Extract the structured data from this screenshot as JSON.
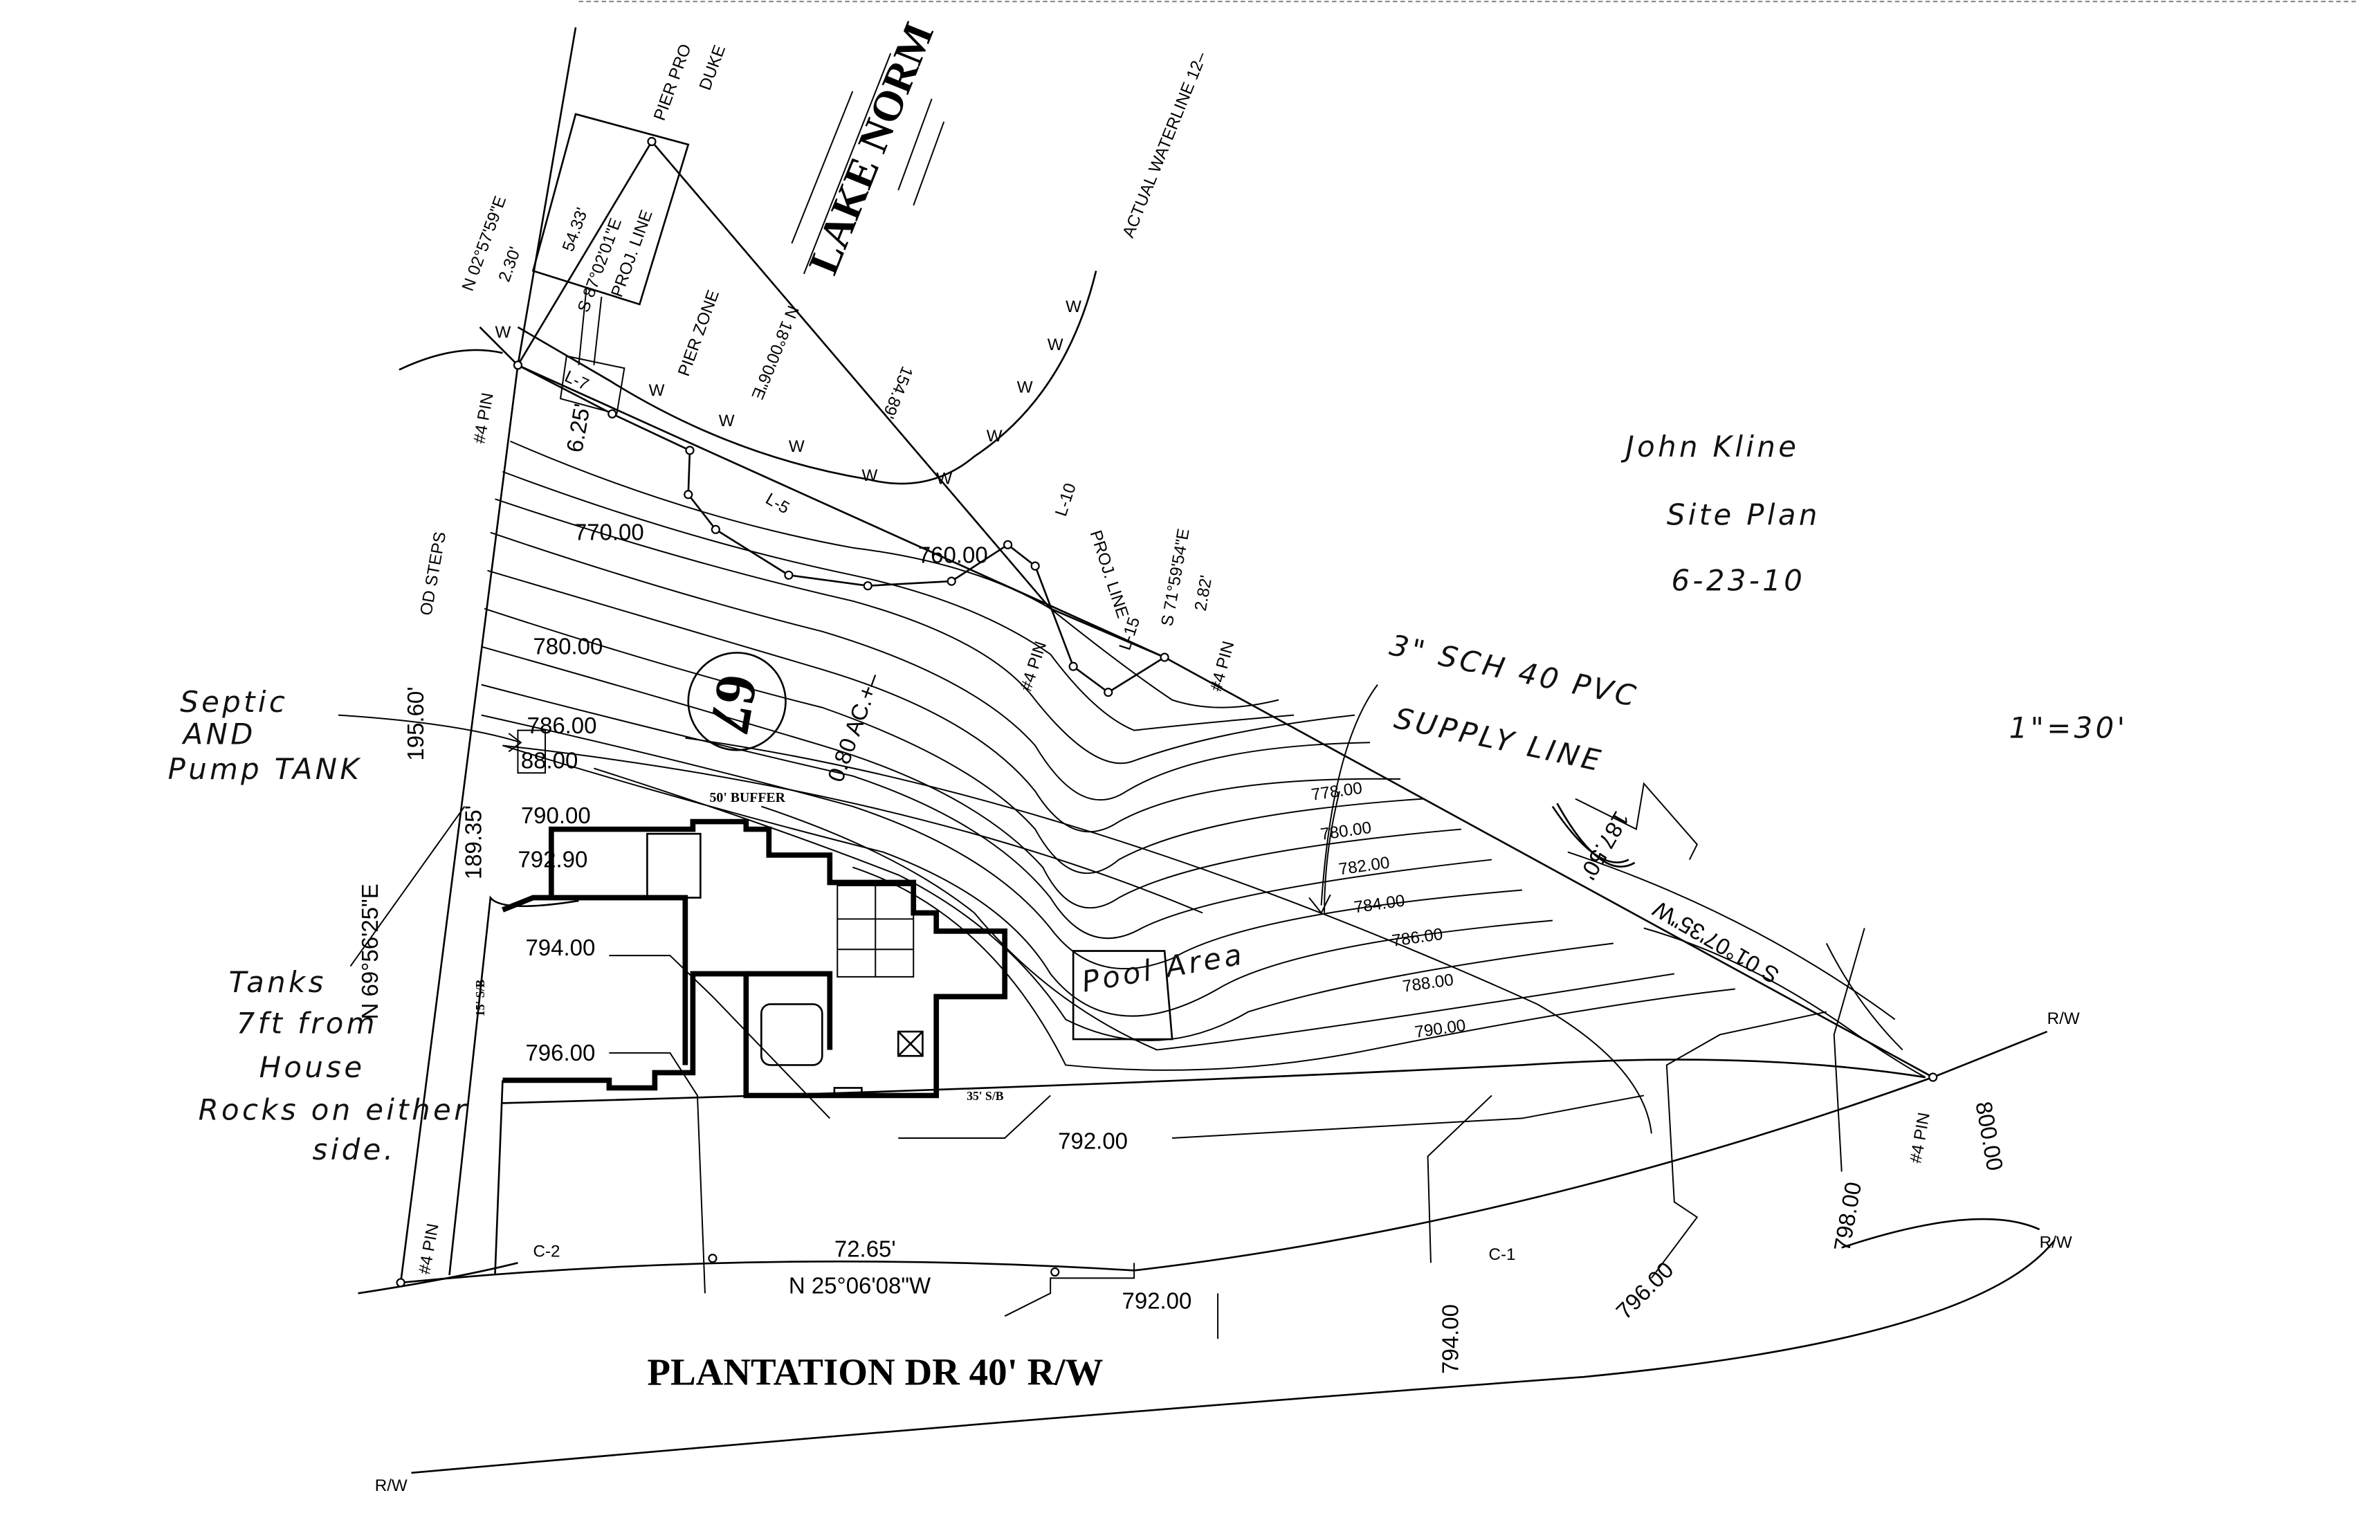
{
  "water": {
    "lake": "LAKE NORM",
    "pier_pro": "PIER PRO",
    "duke": "DUKE",
    "actual_waterline": "ACTUAL WATERLINE 12–",
    "pier_zone": "PIER ZONE",
    "w_marker": "W"
  },
  "bearings": {
    "b1": "N 02°57'59\"E",
    "b1_dist": "2.30'",
    "b2_dist": "54.33'",
    "b2": "S 87°02'01\"E",
    "proj_line": "PROJ. LINE",
    "b3": "N 18°00'06\"E",
    "b3_dist": "154.89'",
    "b4": "S 71°59'54\"E",
    "b4_dist": "2.82'",
    "b5_dist": "187.50'",
    "b5": "S 01°07'35\"W",
    "b6_dist": "195.60'",
    "b7_dist": "189.35'",
    "b7": "N 69°56'25\"E",
    "b8_dist": "72.65'",
    "b8": "N 25°06'08\"W",
    "d625": "6.25'"
  },
  "lines": {
    "l7": "L-7",
    "l5": "L-5",
    "l10": "L-10",
    "l15": "L-15",
    "proj_line2": "PROJ. LINE",
    "c1": "C-1",
    "c2": "C-2"
  },
  "pins": {
    "pin": "#4 PIN"
  },
  "lot": {
    "number": "67",
    "area": "0.80 AC.+–",
    "buffer": "50' BUFFER",
    "sb15": "15' S/B",
    "sb35": "35' S/B",
    "steps": "OD STEPS"
  },
  "contours": {
    "c760": "760.00",
    "c770": "770.00",
    "c780": "780.00",
    "c786": "786.00",
    "c788": "88.00",
    "c790": "790.00",
    "c7929": "792.90",
    "c794": "794.00",
    "c796": "796.00",
    "r778": "778.00",
    "r780": "780.00",
    "r782": "782.00",
    "r784": "784.00",
    "r786": "786.00",
    "r788": "788.00",
    "r790": "790.00",
    "c792a": "792.00",
    "c792b": "792.00",
    "c794b": "794.00",
    "c796b": "796.00",
    "c798": "798.00",
    "c800": "800.00"
  },
  "road": {
    "name": "PLANTATION DR  40' R/W",
    "rw": "R/W"
  },
  "handwritten": {
    "owner": "John Kline",
    "title": "Site Plan",
    "date": "6-23-10",
    "scale": "1\"=30'",
    "pvc1": "3\" SCH 40 PVC",
    "pvc2": "SUPPLY LINE",
    "septic1": "Septic",
    "septic2": "AND",
    "septic3": "Pump TANK",
    "tanks1": "Tanks",
    "tanks2": "7ft from",
    "tanks3": "House",
    "tanks4": "Rocks on either",
    "tanks5": "side.",
    "pool": "Pool Area"
  }
}
